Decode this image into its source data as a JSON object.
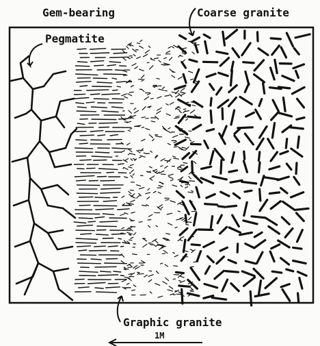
{
  "labels": {
    "gem_bearing": "Gem-bearing",
    "pegmatite": "Pegmatite",
    "coarse_granite": "Coarse granite",
    "graphic_granite": "Graphic granite",
    "scale": "1M"
  },
  "colors": {
    "ink": "#111111",
    "paper": "#fbfbfa"
  }
}
